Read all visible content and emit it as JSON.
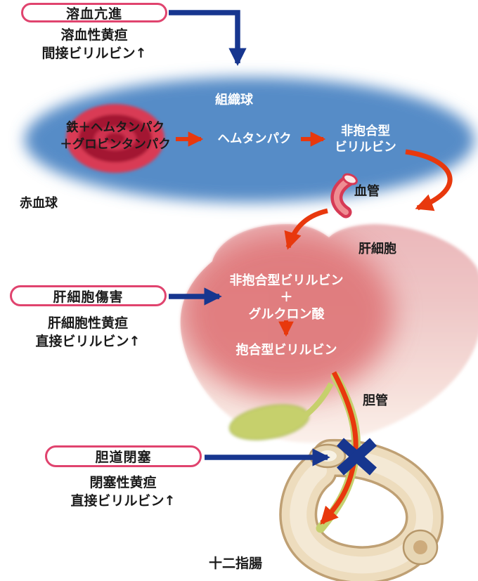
{
  "colors": {
    "pill_border": "#e0436e",
    "arrow_blue": "#17368f",
    "arrow_red": "#e8380d",
    "tissue_ellipse_blue": "#568cc7",
    "liver_pink": "#eec4c4",
    "bile_green": "#c5d06e",
    "duodenum_beige": "#eddcbd"
  },
  "callouts": {
    "hemolysis": {
      "pill": "溶血亢進",
      "jaundice": "溶血性黄疸",
      "bilirubin": "間接ビリルビン↑"
    },
    "hepatocellular": {
      "pill": "肝細胞傷害",
      "jaundice": "肝細胞性黄疸",
      "bilirubin": "直接ビリルビン↑"
    },
    "obstruction": {
      "pill": "胆道閉塞",
      "jaundice": "閉塞性黄疸",
      "bilirubin": "直接ビリルビン↑"
    }
  },
  "tissue": {
    "label": "組織球",
    "rbc_line1": "鉄＋ヘムタンパク",
    "rbc_line2": "＋グロビンタンパク",
    "heme": "ヘムタンパク",
    "unconj_line1": "非抱合型",
    "unconj_line2": "ビリルビン",
    "rbc_label": "赤血球"
  },
  "vessel_label": "血管",
  "liver": {
    "label": "肝細胞",
    "unconjugated": "非抱合型ビリルビン",
    "plus": "＋",
    "glucuronic_acid": "グルクロン酸",
    "conjugated": "抱合型ビリルビン"
  },
  "bile_duct_label": "胆管",
  "duodenum_label": "十二指腸"
}
